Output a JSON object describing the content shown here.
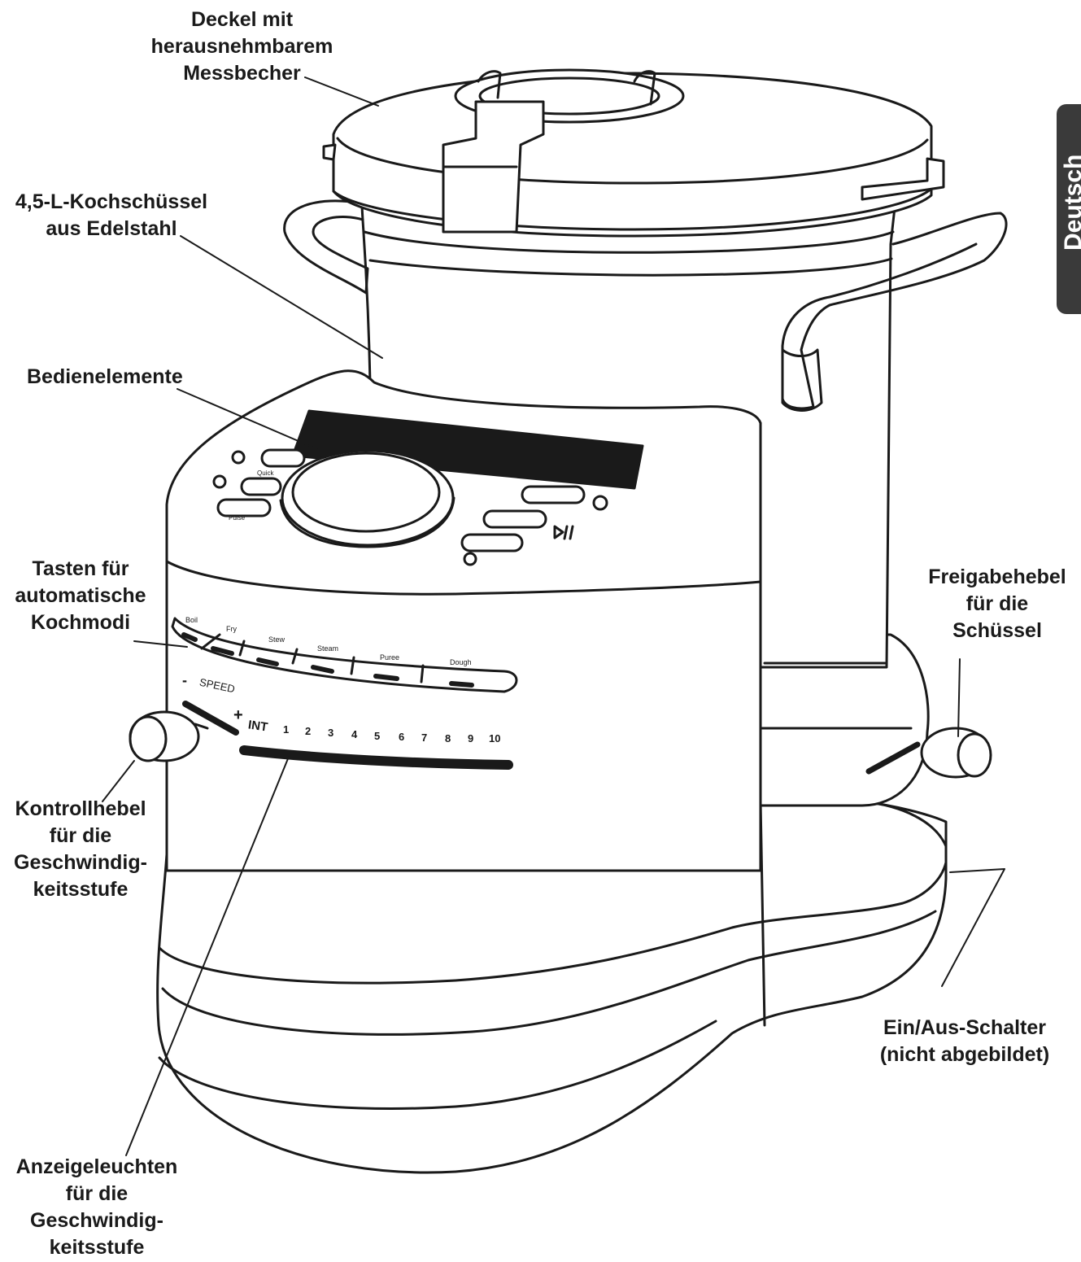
{
  "language_tab": "Deutsch",
  "callouts": {
    "lid": [
      "Deckel mit",
      "herausnehmbarem",
      "Messbecher"
    ],
    "bowl": [
      "4,5-L-Kochschüssel",
      "aus Edelstahl"
    ],
    "controls": [
      "Bedienelemente"
    ],
    "modes": [
      "Tasten für",
      "automatische",
      "Kochmodi"
    ],
    "release_lever": [
      "Freigabehebel",
      "für die",
      "Schüssel"
    ],
    "speed_lever": [
      "Kontrollhebel",
      "für die",
      "Geschwindig-",
      "keitsstufe"
    ],
    "power_switch": [
      "Ein/Aus-Schalter",
      "(nicht abgebildet)"
    ],
    "speed_lights": [
      "Anzeigeleuchten",
      "für die",
      "Geschwindig-",
      "keitsstufe"
    ]
  },
  "device": {
    "speed_label": "SPEED",
    "minus": "-",
    "plus": "+",
    "speed_scale": [
      "INT",
      "1",
      "2",
      "3",
      "4",
      "5",
      "6",
      "7",
      "8",
      "9",
      "10"
    ],
    "mode_buttons": [
      "Boil",
      "Fry",
      "Stew",
      "Steam",
      "Puree",
      "Dough"
    ],
    "panel_labels": [
      "Quick",
      "Pulse"
    ]
  },
  "colors": {
    "ink": "#1a1a1a",
    "paper": "#ffffff",
    "tab": "#3a3a3a"
  }
}
